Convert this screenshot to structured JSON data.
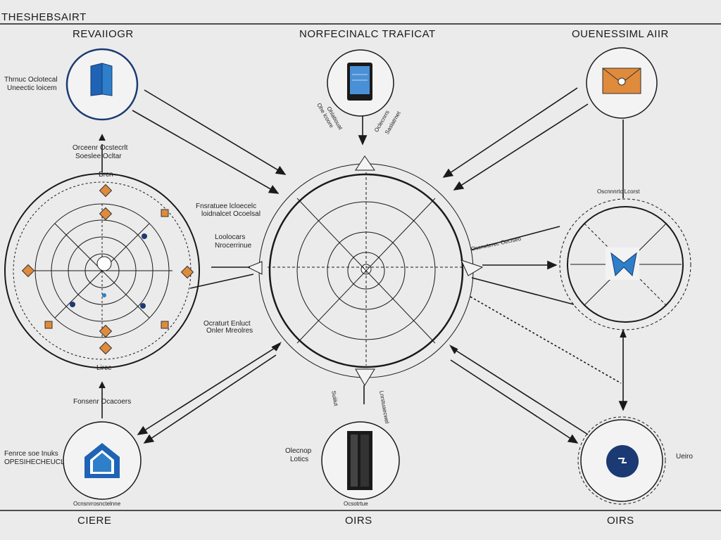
{
  "header": {
    "title": "THESHEBSAIRT"
  },
  "nodes": {
    "top_left_title": "REVAIIOGR",
    "top_center_title": "NORFECINALC TRAFICAT",
    "top_right_title": "OUENESSIML AIIR",
    "top_left_desc": [
      "Thrnuc Oclotecal",
      "Uneectic loicem"
    ],
    "top_center_rot1": "Ohe lcoore",
    "top_center_rot2": "Ohlatiouat",
    "top_center_rot3": "Oclecnrrs",
    "top_center_rot4": "Saslatrnet",
    "left_circle_caption": [
      "Orceenr Ocstecrlt",
      "Soeslee Ocltar"
    ],
    "left_circle_top": "Brcn",
    "left_circle_bottom": "Lirce",
    "left_mid_note1": [
      "Fnsratuee lcloecelc",
      "loidnalcet Ocoelsal"
    ],
    "left_mid_note2": [
      "Loolocars",
      "Nrocerrinue"
    ],
    "left_mid_note3": [
      "Ocraturt Enluct",
      "Onler Mreolres"
    ],
    "left_lower_note": "Fonsenr Ocacoers",
    "right_circle_top": "Oscnnnrtc Lcorst",
    "right_arrow_note": "Oserwterec Oeciseo",
    "bottom_left_note": [
      "Fenrce soe Inuks",
      "OPESIHECHEUCL"
    ],
    "bottom_left_caption": "Ocnsnrrosnctelnne",
    "bottom_center_note": [
      "Olecnop",
      "Lotics"
    ],
    "bottom_center_rot": "Suiiiut",
    "bottom_center_rot2": "Lnrstuaecwel",
    "bottom_center_caption": "Ocsotrtue",
    "bottom_right_note": "Ueiro"
  },
  "footer": {
    "left": "CIERE",
    "center": "OIRS",
    "right": "OIRS"
  },
  "colors": {
    "blue": "#2e7fc9",
    "navy": "#1b3a73",
    "orange": "#e08a3c",
    "line": "#1a1a1a"
  },
  "icons": [
    "book-icon",
    "tablet-icon",
    "envelope-icon",
    "house-icon",
    "server-icon",
    "disc-icon",
    "logo-m-icon"
  ]
}
